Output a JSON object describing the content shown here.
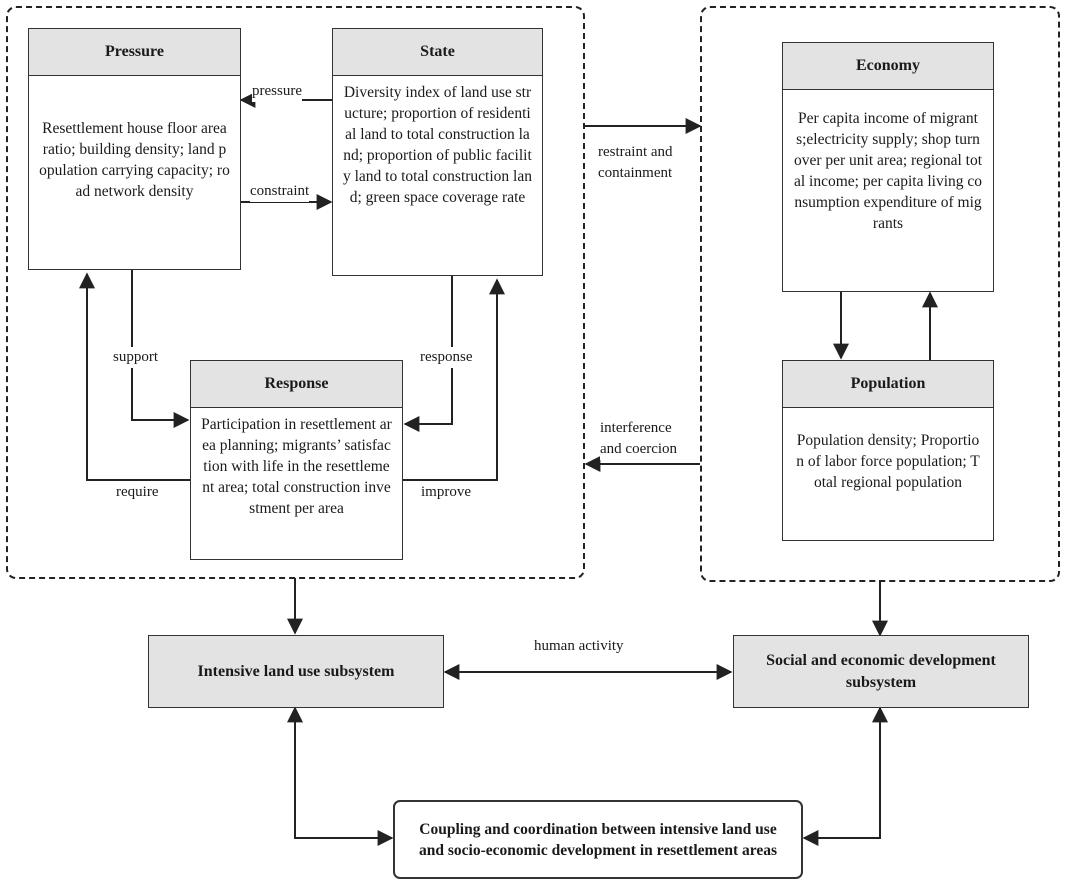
{
  "pressure": {
    "title": "Pressure",
    "body": "Resettlement house floor area ratio; building density; land population carrying capacity; road network density"
  },
  "state": {
    "title": "State",
    "body": "Diversity index of land use structure; proportion of residential land to total construction land; proportion of public facility land to total construction land; green space coverage rate"
  },
  "response": {
    "title": "Response",
    "body": "Participation in resettlement area planning; migrants’ satisfaction with life in the resettlement area; total construction investment per area"
  },
  "economy": {
    "title": "Economy",
    "body": "Per capita income of migrants;electricity supply; shop turnover per unit area; regional total income; per capita living consumption expenditure of migrants"
  },
  "population": {
    "title": "Population",
    "body": "Population density; Proportion of labor force population; Total regional population"
  },
  "subsystems": {
    "land": "Intensive land use subsystem",
    "social": "Social and economic development subsystem"
  },
  "coupling": "Coupling and coordination between intensive land use and socio-economic development in resettlement areas",
  "edge_labels": {
    "pressure": "pressure",
    "constraint": "constraint",
    "support": "support",
    "response": "response",
    "require": "require",
    "improve": "improve",
    "restraint_1": "restraint and",
    "restraint_2": "containment",
    "interference_1": "interference",
    "interference_2": "and coercion",
    "human_activity": "human activity"
  }
}
